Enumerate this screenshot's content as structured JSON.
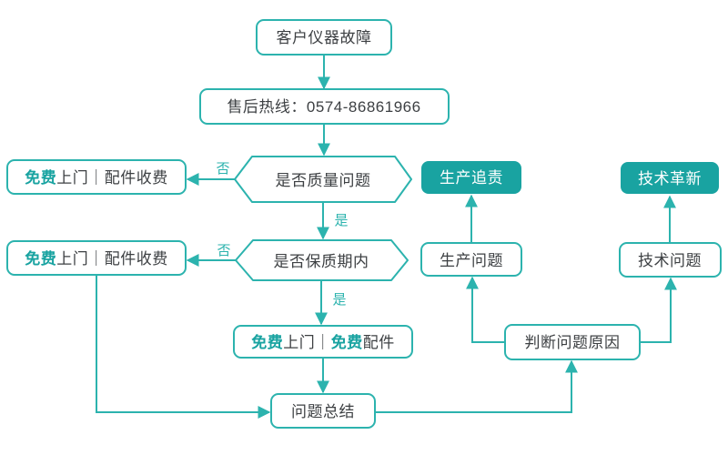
{
  "colors": {
    "teal_fill": "#19a3a1",
    "teal_line": "#2cb3ae",
    "dark_text": "#3d4043",
    "white_text": "#ffffff"
  },
  "nodes": {
    "start": "客户仪器故障",
    "hotline": "售后热线：0574-86861966",
    "decision_quality": "是否质量问题",
    "decision_warranty": "是否保质期内",
    "free_visit_paid_parts": {
      "free": "免费",
      "rest": "上门｜配件收费"
    },
    "free_visit_free_parts": {
      "free1": "免费",
      "mid": "上门｜",
      "free2": "免费",
      "end": "配件"
    },
    "summary": "问题总结",
    "judge_cause": "判断问题原因",
    "production_issue": "生产问题",
    "tech_issue": "技术问题",
    "production_accountability": "生产追责",
    "tech_innovation": "技术革新"
  },
  "edge_labels": {
    "no": "否",
    "yes": "是"
  }
}
